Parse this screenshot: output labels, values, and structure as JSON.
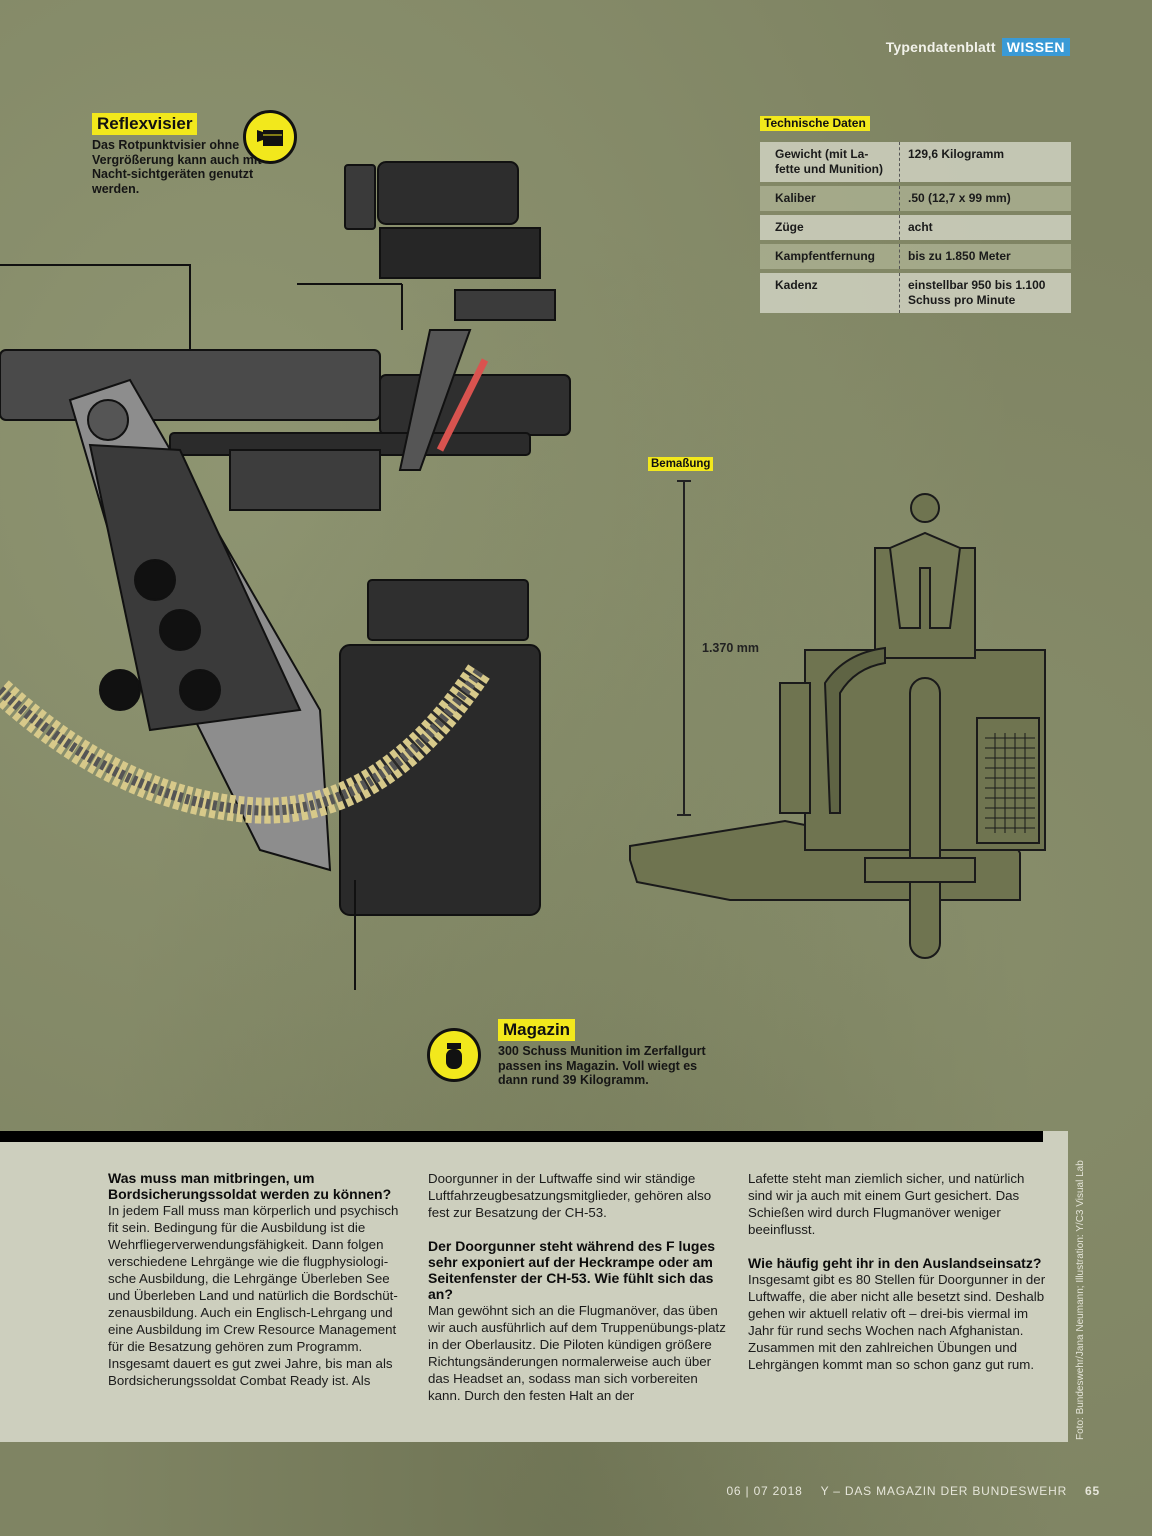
{
  "header": {
    "kicker": "Typendatenblatt",
    "section": "WISSEN"
  },
  "callouts": {
    "reflexvisier": {
      "title": "Reflexvisier",
      "text": "Das Rotpunktvisier ohne Vergrößerung kann auch mit Nacht-sichtgeräten genutzt werden.",
      "icon": "sight-icon"
    },
    "magazin": {
      "title": "Magazin",
      "text": "300 Schuss Munition im Zerfallgurt passen ins Magazin. Voll wiegt es dann rund 39 Kilogramm.",
      "icon": "ammo-box-icon"
    }
  },
  "tech": {
    "title": "Technische Daten",
    "rows": [
      {
        "key": "Gewicht (mit La-fette und Munition)",
        "value": "129,6 Kilogramm"
      },
      {
        "key": "Kaliber",
        "value": ".50 (12,7 x 99 mm)"
      },
      {
        "key": "Züge",
        "value": "acht"
      },
      {
        "key": "Kampfentfernung",
        "value": "bis zu 1.850 Meter"
      },
      {
        "key": "Kadenz",
        "value": "einstellbar 950 bis 1.100 Schuss pro Minute"
      }
    ]
  },
  "dimension": {
    "label": "Bemaßung",
    "value": "1.370 mm"
  },
  "article": {
    "col1": {
      "q1": "Was muss man mitbringen, um Bordsicherungssoldat werden zu können?",
      "a1": "In jedem Fall muss man körperlich und psychisch fit sein. Bedingung für die Ausbildung ist die Wehrfliegerverwendungsfähigkeit. Dann folgen verschiedene Lehrgänge wie die flugphysiologi-sche Ausbildung, die Lehrgänge Überleben See und Überleben Land und natürlich die Bordschüt-zenausbildung. Auch ein Englisch-Lehrgang und eine Ausbildung im Crew Resource Management für die Besatzung gehören zum Programm. Insgesamt dauert es gut zwei Jahre, bis man als Bordsicherungssoldat Combat Ready ist. Als"
    },
    "col2": {
      "a1_cont": "Doorgunner in der Luftwaffe sind wir ständige Luftfahrzeugbesatzungsmitglieder, gehören also fest zur Besatzung der CH-53.",
      "q2": "Der Doorgunner steht während des F luges sehr exponiert auf der Heckrampe oder am Seitenfenster der CH-53. Wie fühlt sich das an?",
      "a2": "Man gewöhnt sich an die Flugmanöver, das üben wir auch ausführlich auf dem Truppenübungs-platz in der Oberlausitz. Die Piloten kündigen größere Richtungsänderungen normalerweise auch über das Headset an, sodass man sich vorbereiten kann. Durch den festen Halt an der"
    },
    "col3": {
      "a2_cont": "Lafette steht man ziemlich sicher, und natürlich sind wir ja auch mit einem Gurt gesichert. Das Schießen wird durch Flugmanöver weniger beeinflusst.",
      "q3": "Wie häufig geht ihr in den Auslandseinsatz?",
      "a3": "Insgesamt gibt es 80 Stellen für Doorgunner in der Luftwaffe, die aber nicht alle besetzt sind. Deshalb gehen wir aktuell relativ oft – drei-bis viermal im Jahr für rund sechs Wochen nach Afghanistan. Zusammen mit den zahlreichen Übungen und Lehrgängen kommt man so schon ganz gut rum."
    }
  },
  "credit": "Foto: Bundeswehr/Jana Neumann; Illustration: Y/C3 Visual Lab",
  "footer": {
    "date": "06 | 07 2018",
    "magazine": "Y – DAS MAGAZIN DER BUNDESWEHR",
    "page": "65"
  },
  "colors": {
    "accent_yellow": "#f2e81c",
    "section_blue": "#3a9ad6",
    "background_olive": "#7f8463",
    "panel": "#cdcfbe"
  }
}
